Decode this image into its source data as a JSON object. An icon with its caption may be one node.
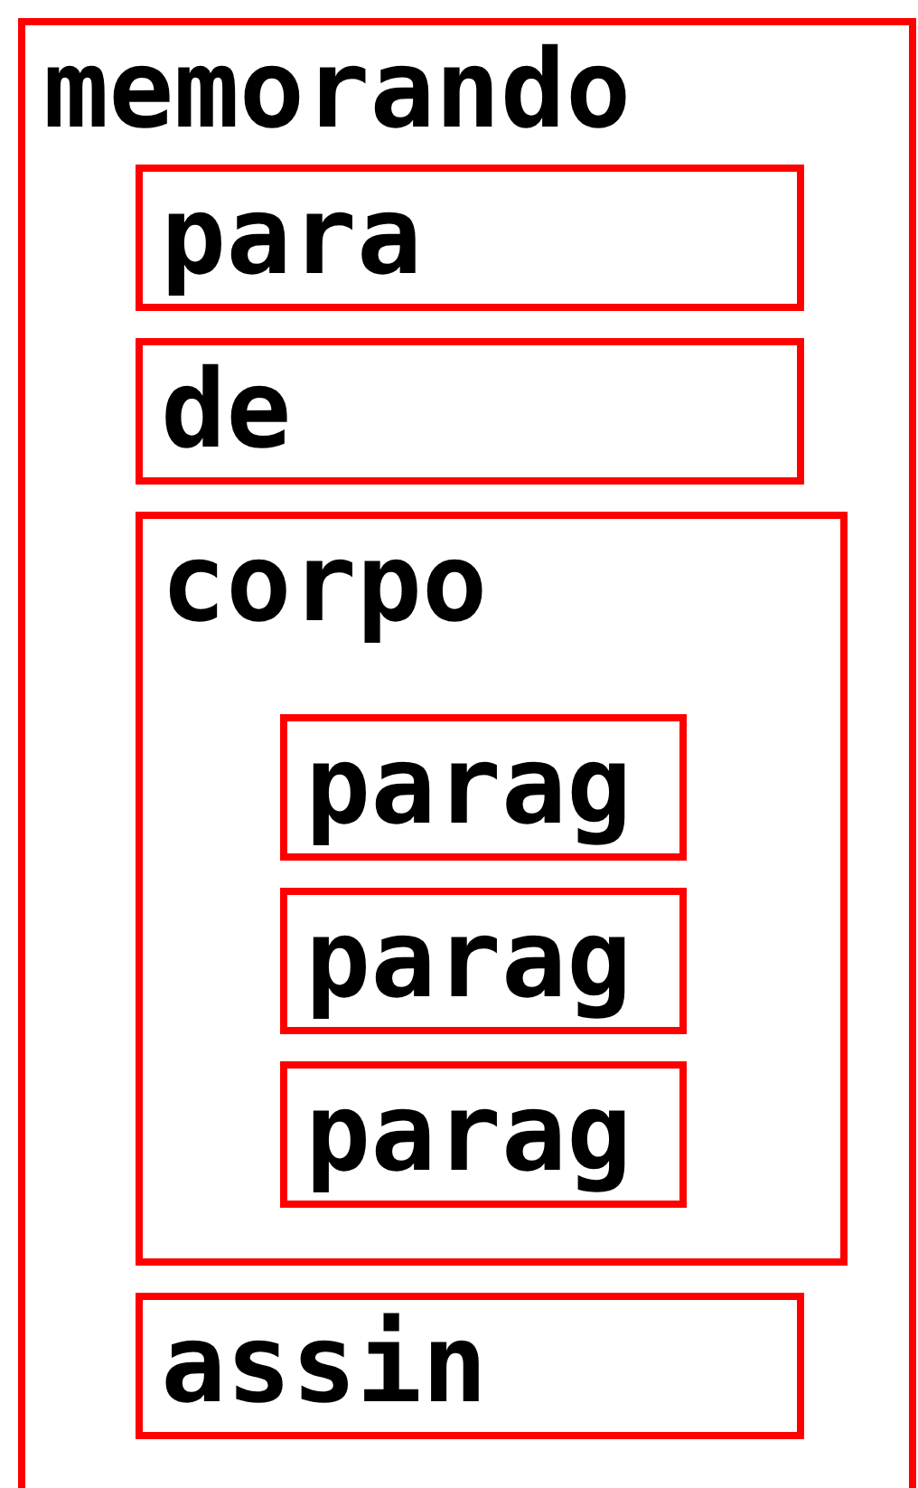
{
  "diagram": {
    "nodes": [
      {
        "text": [
          "memorando"
        ]
      },
      {
        "text": [
          "para"
        ],
        "in": 0
      },
      {
        "text": [
          "de"
        ],
        "in": 0
      },
      {
        "text": [
          "corpo"
        ],
        "in": 0
      },
      {
        "text": [
          "parag"
        ],
        "in": 3
      },
      {
        "text": [
          "parag"
        ],
        "in": 3
      },
      {
        "text": [
          "parag"
        ],
        "in": 3
      },
      {
        "text": [
          "assin"
        ],
        "in": 0
      }
    ]
  }
}
